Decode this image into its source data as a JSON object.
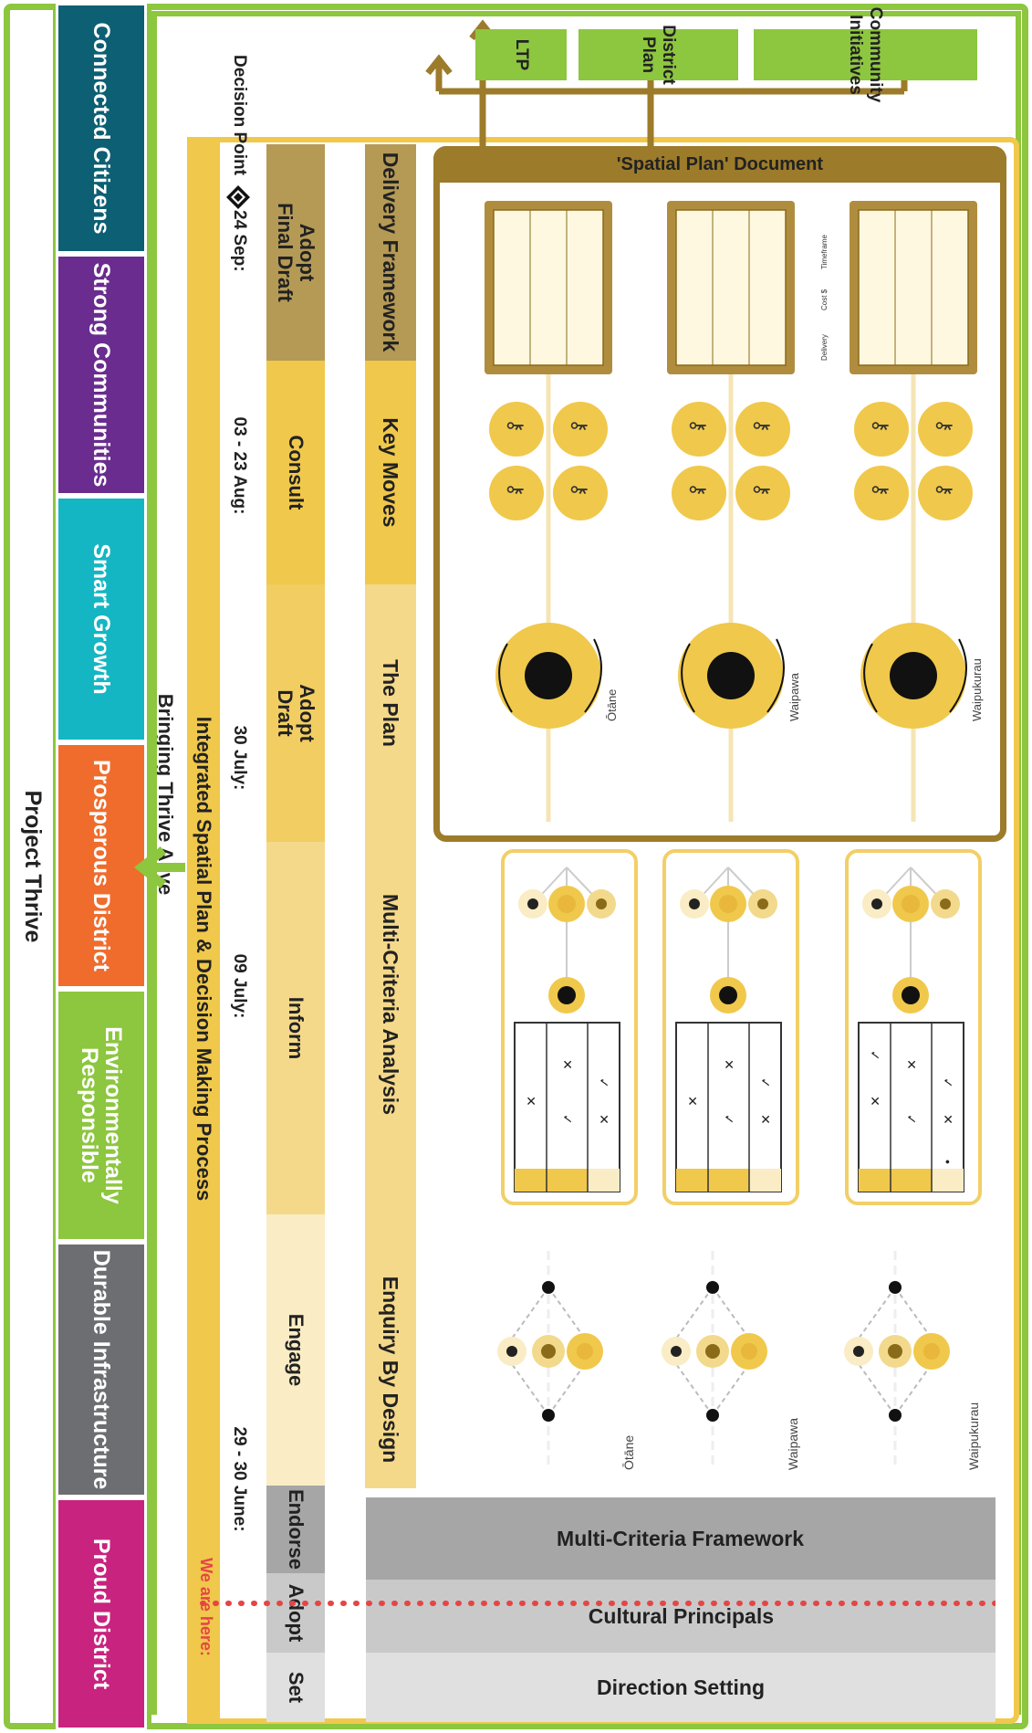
{
  "header": {
    "title": "Project Thrive",
    "subtitle": "Bringing Thrive Alive"
  },
  "pillars": [
    {
      "label": "Proud District",
      "color": "#c8237f"
    },
    {
      "label": "Durable Infrastructure",
      "color": "#6d6e71"
    },
    {
      "label": "Environmentally Responsible",
      "color": "#8dc63f"
    },
    {
      "label": "Prosperous District",
      "color": "#ef6c2d"
    },
    {
      "label": "Smart Growth",
      "color": "#15b6c3"
    },
    {
      "label": "Strong Communities",
      "color": "#6a2c8f"
    },
    {
      "label": "Connected Citizens",
      "color": "#0d5f73"
    }
  ],
  "process": {
    "title": "Integrated Spatial Plan & Decision Making Process",
    "dates": {
      "engage": "29 - 30 June:",
      "inform": "09 July:",
      "adopt_draft": "30 July:",
      "consult": "03 - 23 Aug:",
      "final": "24 Sep:",
      "decision_point": "Decision Point"
    },
    "stages": {
      "set": "Set",
      "adopt": "Adopt",
      "endorse": "Endorse",
      "engage": "Engage",
      "inform": "Inform",
      "adopt_draft": "Adopt Draft",
      "consult": "Consult",
      "adopt_final": "Adopt Final Draft"
    },
    "we_are_here": "We are here:",
    "rows": {
      "direction_setting": "Direction Setting",
      "cultural_principals": "Cultural Principals",
      "multi_criteria_framework": "Multi-Criteria Framework",
      "enquiry_by_design": "Enquiry By Design",
      "multi_criteria_analysis": "Multi-Criteria Analysis",
      "the_plan": "The Plan",
      "key_moves": "Key Moves",
      "delivery_framework": "Delivery Framework"
    },
    "towns": [
      "Ōtāne",
      "Waipawa",
      "Waipukurau"
    ],
    "spatial_plan_document": "'Spatial Plan' Document",
    "table_headers": [
      "Timeframe",
      "Cost $",
      "Delivery"
    ]
  },
  "outputs": [
    "LTP",
    "District Plan",
    "Community Initiatives"
  ],
  "colors": {
    "frame_green": "#8dc63f",
    "gold": "#f0c84b",
    "brown": "#9c7b2a",
    "grey": "#a6a6a6",
    "red_dots": "#e64545"
  }
}
